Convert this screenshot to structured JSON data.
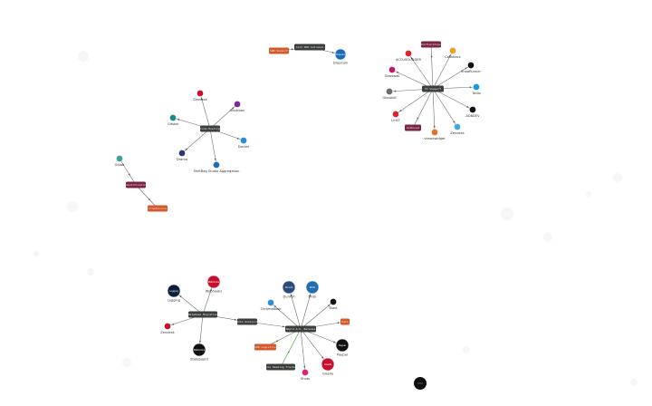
{
  "colors": {
    "background": "#ffffff",
    "hub_dark": "#3b3f3b",
    "hub_maroon": "#7a2546",
    "hub_orange": "#d4582a",
    "edge": "#6f6f6f",
    "edge_green": "#4a8a4a"
  },
  "clusters": [
    {
      "id": "top",
      "hubs": [
        {
          "id": "h1",
          "label": "Cold SDR Outreach",
          "color": "#3b3f3b"
        },
        {
          "id": "h2",
          "label": "SDR Support",
          "color": "#d4582a"
        }
      ],
      "nodes": [
        {
          "id": "n1",
          "label": "Dropcam",
          "color": "#1b6bb8",
          "inner": "Dropcam"
        }
      ]
    },
    {
      "id": "radial-right",
      "hubs": [
        {
          "id": "h3",
          "label": "CX Support",
          "color": "#3b3f3b"
        },
        {
          "id": "h4",
          "label": "Partnerships",
          "color": "#7a2546"
        },
        {
          "id": "h5",
          "label": "Outbound",
          "color": "#7a2546"
        }
      ],
      "nodes": [
        {
          "id": "r1",
          "label": "Cashback",
          "color": "#f0a020",
          "inner": ""
        },
        {
          "id": "r2",
          "label": "ShopRunner",
          "color": "#111111",
          "inner": ""
        },
        {
          "id": "r3",
          "label": "Twilio",
          "color": "#1a9ad9",
          "inner": ""
        },
        {
          "id": "r4",
          "label": "ADBDEV",
          "color": "#111111",
          "inner": ""
        },
        {
          "id": "r5",
          "label": "Zendesk",
          "color": "#3fa9e0",
          "inner": ""
        },
        {
          "id": "r6",
          "label": "vimeowidget",
          "color": "#e8702a",
          "inner": ""
        },
        {
          "id": "r7",
          "label": "LinkT",
          "color": "#d9262a",
          "inner": ""
        },
        {
          "id": "r8",
          "label": "Glassbill",
          "color": "#6b6b6b",
          "inner": ""
        },
        {
          "id": "r9",
          "label": "Glasswall",
          "color": "#c2186b",
          "inner": ""
        },
        {
          "id": "r10",
          "label": "ACCUSOUNDER",
          "color": "#d9262a",
          "inner": ""
        }
      ]
    },
    {
      "id": "mid-left",
      "hubs": [
        {
          "id": "h6",
          "label": "Code Hosting",
          "color": "#3b3f3b"
        }
      ],
      "nodes": [
        {
          "id": "m1",
          "label": "Zendesk",
          "color": "#c8102e",
          "inner": ""
        },
        {
          "id": "m2",
          "label": "Slackbox",
          "color": "#7a2aa0",
          "inner": ""
        },
        {
          "id": "m3",
          "label": "Gitstat",
          "color": "#1a8a8a",
          "inner": ""
        },
        {
          "id": "m4",
          "label": "Docker",
          "color": "#1f8fd6",
          "inner": ""
        },
        {
          "id": "m5",
          "label": "Drama",
          "color": "#2a3a6a",
          "inner": ""
        },
        {
          "id": "m6",
          "label": "ShiftBag  Studio  Aggregation",
          "color": "#1f6fb0",
          "inner": ""
        }
      ]
    },
    {
      "id": "far-left",
      "hubs": [
        {
          "id": "h7",
          "label": "Identification",
          "color": "#7a2546"
        },
        {
          "id": "h8",
          "label": "Crowdsource",
          "color": "#d4582a"
        }
      ],
      "nodes": [
        {
          "id": "f1",
          "label": "Gitlab",
          "color": "#3aa0a0",
          "inner": ""
        }
      ]
    },
    {
      "id": "bottom-left",
      "hubs": [
        {
          "id": "h9",
          "label": "Database Migration",
          "color": "#3b3f3b"
        },
        {
          "id": "h10",
          "label": "Data Analysis",
          "color": "#3b3f3b"
        }
      ],
      "nodes": [
        {
          "id": "b1",
          "label": "Logging",
          "color": "#0b1e3a",
          "inner": "Logging"
        },
        {
          "id": "b2",
          "label": "Webhooks",
          "color": "#c8102e",
          "inner": "Webhooks"
        },
        {
          "id": "b3",
          "label": "Zendesk",
          "color": "#c8102e",
          "inner": ""
        },
        {
          "id": "b4",
          "label": "Stateboard",
          "color": "#111111",
          "inner": "Webhooks"
        }
      ]
    },
    {
      "id": "bottom-right",
      "hubs": [
        {
          "id": "h11",
          "label": "Rapid A.I. Release",
          "color": "#3b3f3b"
        },
        {
          "id": "h12",
          "label": "SDR Logistics",
          "color": "#d4582a"
        },
        {
          "id": "h13",
          "label": "Data",
          "color": "#d4582a"
        },
        {
          "id": "h14",
          "label": "Rule Reading Tracker",
          "color": "#3b3f3b"
        }
      ],
      "nodes": [
        {
          "id": "c1",
          "label": "Dunroll",
          "color": "#2a4a7a",
          "inner": "Dunroll"
        },
        {
          "id": "c2",
          "label": "Brisk",
          "color": "#1f6fb0",
          "inner": "Brisk"
        },
        {
          "id": "c3",
          "label": "Chromebook",
          "color": "#2a8fd6",
          "inner": ""
        },
        {
          "id": "c4",
          "label": "Blast",
          "color": "#111111",
          "inner": ""
        },
        {
          "id": "c5",
          "label": "Paypal",
          "color": "#111111",
          "inner": "Paypal"
        },
        {
          "id": "c6",
          "label": "Giselle",
          "color": "#c8102e",
          "inner": "Giselle"
        },
        {
          "id": "c7",
          "label": "Shots",
          "color": "#e0207a",
          "inner": ""
        }
      ]
    }
  ],
  "stray_nodes": [
    {
      "id": "s1",
      "label": "",
      "color": "#111111",
      "inner": ""
    }
  ]
}
